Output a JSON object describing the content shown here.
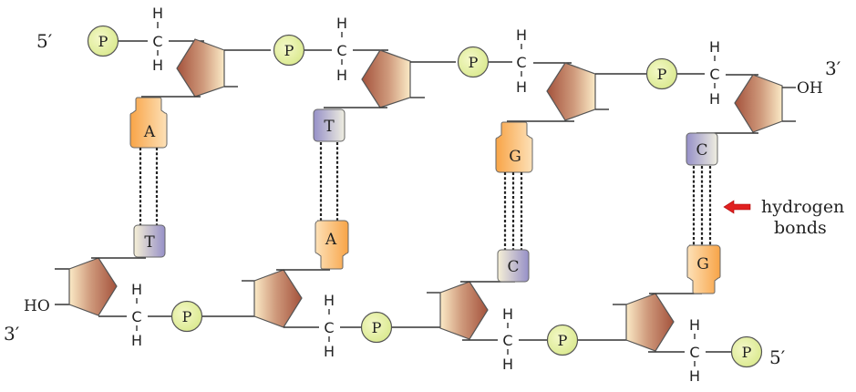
{
  "title": "DNA double helix segment showing sugar-phosphate backbone and base pairing",
  "strands": {
    "top": {
      "five_prime_label": "5′",
      "three_prime_label": "3′",
      "end_group_label": "OH",
      "phosphate_label": "P",
      "carbon_label": "C",
      "hydrogen_label": "H",
      "bases": [
        "A",
        "T",
        "G",
        "C"
      ]
    },
    "bottom": {
      "five_prime_label": "5′",
      "three_prime_label": "3′",
      "end_group_label": "HO",
      "phosphate_label": "P",
      "carbon_label": "C",
      "hydrogen_label": "H",
      "bases": [
        "T",
        "A",
        "C",
        "G"
      ]
    }
  },
  "base_pairs": [
    {
      "top": "A",
      "bottom": "T",
      "hydrogen_bonds": 2
    },
    {
      "top": "T",
      "bottom": "A",
      "hydrogen_bonds": 2
    },
    {
      "top": "G",
      "bottom": "C",
      "hydrogen_bonds": 3
    },
    {
      "top": "C",
      "bottom": "G",
      "hydrogen_bonds": 3
    }
  ],
  "annotation": {
    "line1": "hydrogen",
    "line2": "bonds",
    "arrow_color": "#e02020"
  },
  "colors": {
    "purine": "#f9a955",
    "pyrimidine": "#9a93c8",
    "sugar_dark": "#a85a42",
    "sugar_light": "#f8e6c0",
    "phosphate": "#e3eea0"
  }
}
